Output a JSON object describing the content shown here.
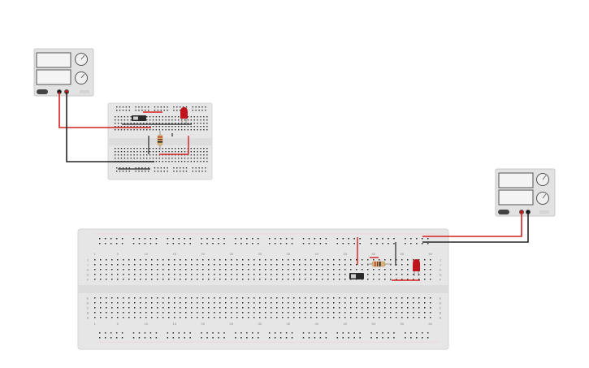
{
  "canvas": {
    "background": "#ffffff"
  },
  "colors": {
    "board": "#e6e6e6",
    "board_border": "#d4d4d4",
    "hole": "#2b2b2b",
    "rail_red": "#e05050",
    "rail_blue": "#5070c8",
    "wire_red": "#d42020",
    "wire_black": "#262626",
    "psu_body": "#e2e2e2",
    "psu_display": "#f4f4f4",
    "knob": "#f0f0f0",
    "led_red": "#c0141c",
    "resistor": "#d8b27a"
  },
  "icons": {
    "power_supply": "power-supply-icon",
    "led": "led-icon",
    "resistor": "resistor-icon",
    "slide_switch": "slide-switch-icon",
    "knob": "knob-icon"
  },
  "large_breadboard": {
    "column_labels": [
      "1",
      "5",
      "10",
      "15",
      "20",
      "25",
      "30",
      "35",
      "40",
      "45",
      "50",
      "55",
      "60"
    ],
    "row_labels_top": [
      "J",
      "I",
      "H",
      "G",
      "F"
    ],
    "row_labels_bottom": [
      "E",
      "D",
      "C",
      "B",
      "A"
    ]
  }
}
